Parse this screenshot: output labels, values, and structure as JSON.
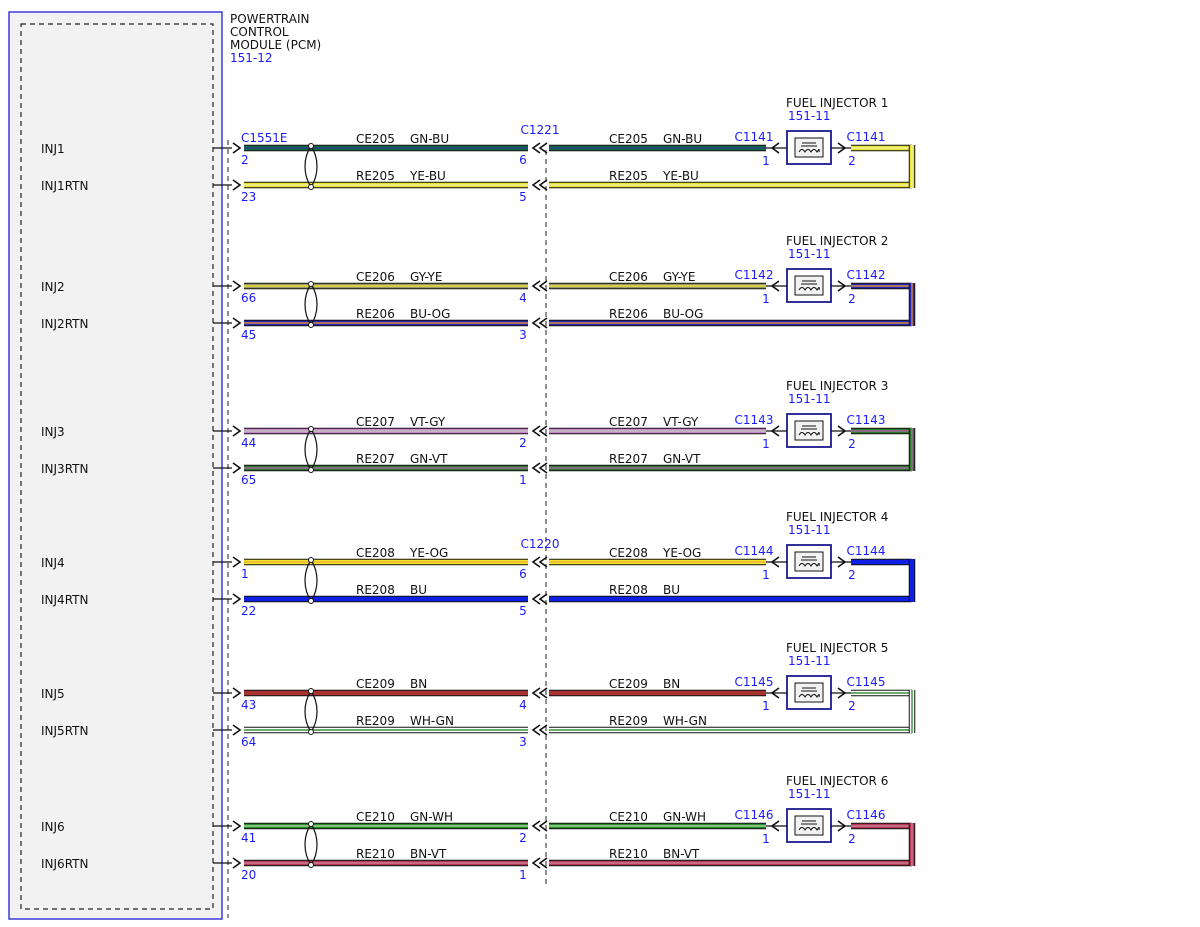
{
  "module": {
    "title_lines": [
      "POWERTRAIN",
      "CONTROL",
      "MODULE (PCM)"
    ],
    "ref": "151-12",
    "connector": "C1551E"
  },
  "inline_connectors": [
    "C1221",
    "C1220"
  ],
  "colors": {
    "module_border": "#3a3adb",
    "module_fill": "#f2f2f2",
    "label_blue": "#1a1aff",
    "GN-BU": [
      "#1c6b3a",
      "#1e3f99"
    ],
    "YE-BU": [
      "#e6e22e",
      "#f4f0a0"
    ],
    "GY-YE": [
      "#9a9670",
      "#e6e22e"
    ],
    "BU-OG": [
      "#2828b8",
      "#d98a3a"
    ],
    "VT-GY": [
      "#cc88cc",
      "#bfbfbf"
    ],
    "GN-VT": [
      "#2a7a2a",
      "#aa66aa"
    ],
    "YE-OG": [
      "#f0e628",
      "#f5b040"
    ],
    "BU": [
      "#0f1fe6",
      "#0f1fe6"
    ],
    "BN": [
      "#a83232",
      "#a83232"
    ],
    "WH-GN": [
      "#ffffff",
      "#3a8f3a"
    ],
    "GN-WH": [
      "#2a8a2a",
      "#9ad69a"
    ],
    "BN-VT": [
      "#b03a55",
      "#d07a90"
    ]
  },
  "circuits": [
    {
      "signal": "INJ1",
      "return": "INJ1RTN",
      "injector": "FUEL INJECTOR 1",
      "inj_ref": "151-11",
      "conn": "C1141",
      "inline": "C1221",
      "sig_wire": {
        "circuit": "CE205",
        "color": "GN-BU",
        "pcm_pin": "2",
        "inline_pin": "6",
        "inj_pin": "1"
      },
      "ret_wire": {
        "circuit": "RE205",
        "color": "YE-BU",
        "pcm_pin": "23",
        "inline_pin": "5",
        "inj_pin": "2"
      }
    },
    {
      "signal": "INJ2",
      "return": "INJ2RTN",
      "injector": "FUEL INJECTOR 2",
      "inj_ref": "151-11",
      "conn": "C1142",
      "inline": "",
      "sig_wire": {
        "circuit": "CE206",
        "color": "GY-YE",
        "pcm_pin": "66",
        "inline_pin": "4",
        "inj_pin": "1"
      },
      "ret_wire": {
        "circuit": "RE206",
        "color": "BU-OG",
        "pcm_pin": "45",
        "inline_pin": "3",
        "inj_pin": "2"
      }
    },
    {
      "signal": "INJ3",
      "return": "INJ3RTN",
      "injector": "FUEL INJECTOR 3",
      "inj_ref": "151-11",
      "conn": "C1143",
      "inline": "",
      "sig_wire": {
        "circuit": "CE207",
        "color": "VT-GY",
        "pcm_pin": "44",
        "inline_pin": "2",
        "inj_pin": "1"
      },
      "ret_wire": {
        "circuit": "RE207",
        "color": "GN-VT",
        "pcm_pin": "65",
        "inline_pin": "1",
        "inj_pin": "2"
      }
    },
    {
      "signal": "INJ4",
      "return": "INJ4RTN",
      "injector": "FUEL INJECTOR 4",
      "inj_ref": "151-11",
      "conn": "C1144",
      "inline": "C1220",
      "sig_wire": {
        "circuit": "CE208",
        "color": "YE-OG",
        "pcm_pin": "1",
        "inline_pin": "6",
        "inj_pin": "1"
      },
      "ret_wire": {
        "circuit": "RE208",
        "color": "BU",
        "pcm_pin": "22",
        "inline_pin": "5",
        "inj_pin": "2"
      }
    },
    {
      "signal": "INJ5",
      "return": "INJ5RTN",
      "injector": "FUEL INJECTOR 5",
      "inj_ref": "151-11",
      "conn": "C1145",
      "inline": "",
      "sig_wire": {
        "circuit": "CE209",
        "color": "BN",
        "pcm_pin": "43",
        "inline_pin": "4",
        "inj_pin": "1"
      },
      "ret_wire": {
        "circuit": "RE209",
        "color": "WH-GN",
        "pcm_pin": "64",
        "inline_pin": "3",
        "inj_pin": "2"
      }
    },
    {
      "signal": "INJ6",
      "return": "INJ6RTN",
      "injector": "FUEL INJECTOR 6",
      "inj_ref": "151-11",
      "conn": "C1146",
      "inline": "",
      "sig_wire": {
        "circuit": "CE210",
        "color": "GN-WH",
        "pcm_pin": "41",
        "inline_pin": "2",
        "inj_pin": "1"
      },
      "ret_wire": {
        "circuit": "RE210",
        "color": "BN-VT",
        "pcm_pin": "20",
        "inline_pin": "1",
        "inj_pin": "2"
      }
    }
  ]
}
